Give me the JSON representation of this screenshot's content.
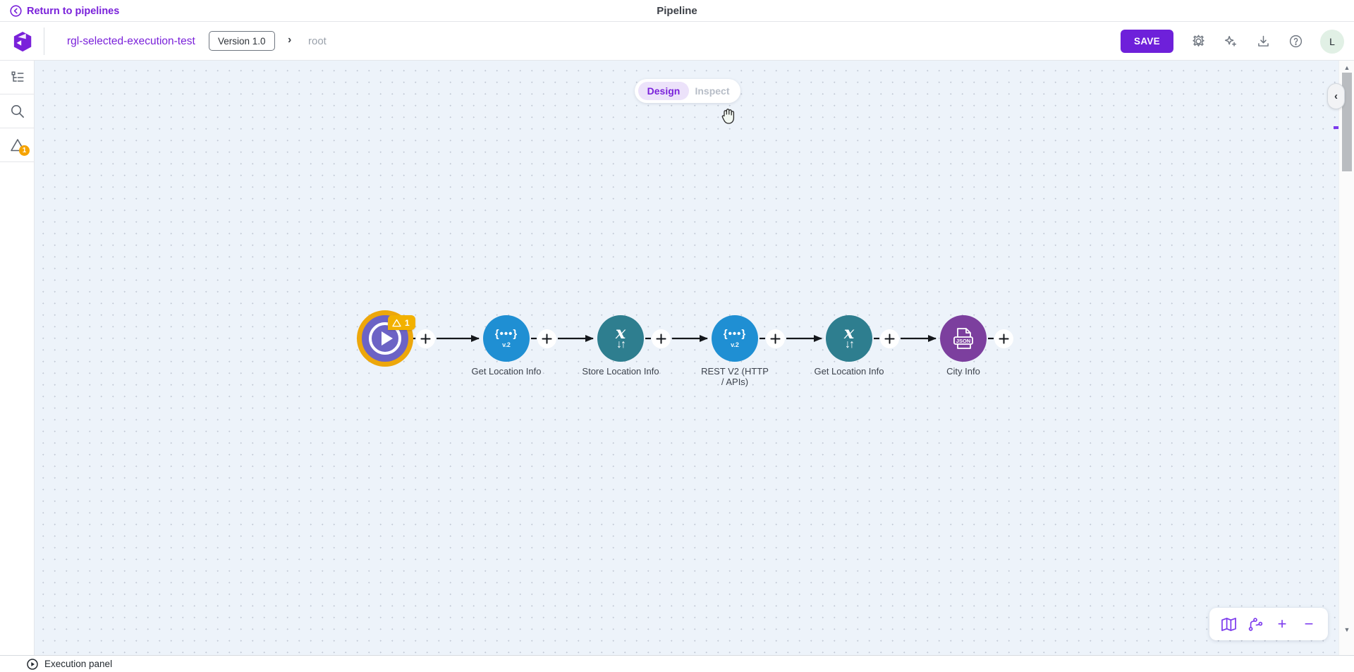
{
  "topbar": {
    "return_label": "Return to pipelines",
    "title": "Pipeline"
  },
  "header": {
    "pipeline_name": "rgl-selected-execution-test",
    "version_label": "Version 1.0",
    "breadcrumb_current": "root",
    "save_label": "SAVE",
    "avatar_initial": "L",
    "icons": [
      "settings-gear",
      "ai-sparkles",
      "download",
      "help"
    ]
  },
  "sidebar": {
    "items": [
      {
        "icon": "pipeline-tree"
      },
      {
        "icon": "search"
      },
      {
        "icon": "warning-triangle",
        "badge": "1"
      }
    ]
  },
  "canvas": {
    "tabs": [
      {
        "label": "Design",
        "active": true
      },
      {
        "label": "Inspect",
        "active": false
      }
    ],
    "nodes": [
      {
        "type": "start",
        "label": "",
        "badge": "1"
      },
      {
        "type": "json-snap",
        "label": "Get Location Info",
        "version": "v.2"
      },
      {
        "type": "mapper",
        "label": "Store Location Info"
      },
      {
        "type": "json-snap",
        "label": "REST V2 (HTTP / APIs)",
        "version": "v.2"
      },
      {
        "type": "mapper",
        "label": "Get Location Info"
      },
      {
        "type": "json-doc",
        "label": "City Info",
        "doc_text": "JSON"
      }
    ],
    "controls": [
      "minimap",
      "auto-layout",
      "zoom-in",
      "zoom-out"
    ],
    "zoom_in_label": "+",
    "zoom_out_label": "−"
  },
  "execution_panel": {
    "label": "Execution panel"
  },
  "colors": {
    "accent_purple": "#7a21da",
    "save_button": "#6e20da",
    "node_blue": "#1f8fd3",
    "node_teal": "#2e7e8f",
    "node_purple": "#7c3f9e",
    "start_fill": "#6c63c5",
    "selection_gold": "#eda70b",
    "warning_amber": "#f2b100",
    "sidebar_badge_orange": "#f5a300",
    "canvas_bg": "#edf3fa"
  }
}
